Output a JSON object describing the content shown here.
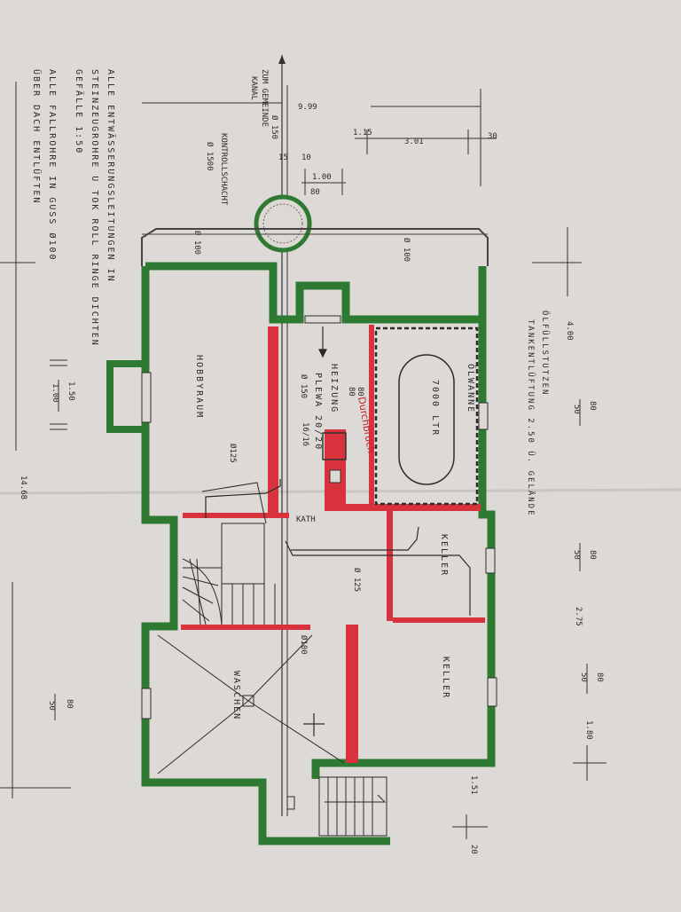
{
  "notes": {
    "line1": "ALLE ENTWÄSSERUNGSLEITUNGEN IN",
    "line2": "STEINZEUGROHRE U TOK ROLL RINGE DICHTEN",
    "line3": "GEFÄLLE 1:50",
    "line4": "ALLE FALLROHRE IN GUSS Ø100",
    "line5": "ÜBER DACH ENTLÜFTEN"
  },
  "top_labels": {
    "kanal_1": "ZUM GEMEINDE",
    "kanal_2": "KANAL",
    "pipe_150": "Ø 150",
    "kontroll": "KONTROLLSCHACHT",
    "kontroll_dia": "Ø 1500",
    "pipe_100_left": "Ø 100",
    "pipe_100_right": "Ø 100"
  },
  "dimensions": {
    "d999": "9.99",
    "d115": "1.15",
    "d301": "3.01",
    "d30": "30",
    "d15": "15",
    "d10": "10",
    "d100": "1.00",
    "d80": "80",
    "d400": "4.00",
    "d1468": "14.68",
    "d275": "2.75",
    "d180": "1.80",
    "d151": "1.51",
    "d20": "20"
  },
  "fractions": [
    {
      "top": "80",
      "bottom": "50"
    },
    {
      "top": "80",
      "bottom": "50"
    },
    {
      "top": "80",
      "bottom": "50"
    },
    {
      "top": "80",
      "bottom": "50"
    },
    {
      "top": "1.50",
      "bottom": "1.00"
    }
  ],
  "right_text": {
    "line1": "ÖLFÜLLSTUTZEN",
    "line2": "TANKENTLÜFTUNG 2.50 Ü. GELÄNDE"
  },
  "rooms": {
    "hobby": "HOBBYRAUM",
    "heizung_1": "HEIZUNG",
    "heizung_2": "PLEWA 20/20",
    "heizung_3": "Ø 150",
    "heizung_4": "16/16",
    "heizung_5": "80",
    "heizung_6": "80",
    "oelwanne": "ÖLWANNE",
    "tank": "7000 LTR",
    "keller_upper": "KELLER",
    "keller_lower": "KELLER",
    "waschen": "WASCHEN",
    "kath": "KATH"
  },
  "pipes": {
    "p125a": "Ø125",
    "p125b": "Ø 125",
    "p100a": "Ø100",
    "p100b": "Ø 100"
  },
  "handwriting": "Durchbruch"
}
